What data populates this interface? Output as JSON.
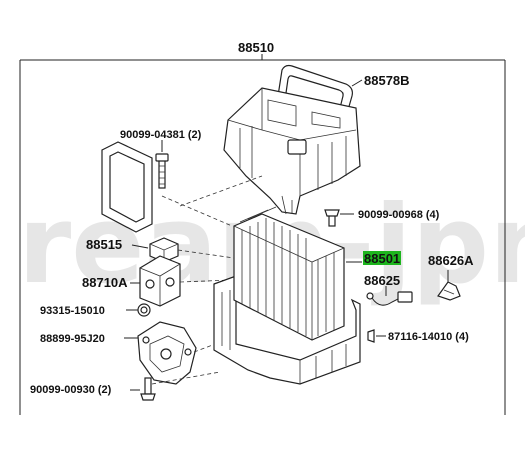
{
  "watermark": "ream-jpn",
  "labels": {
    "assembly": "88510",
    "upper_case": "88578B",
    "screw_top": "90099-04381 (2)",
    "screw_right": "90099-00968 (4)",
    "seal_left": "88515",
    "evaporator": "88501",
    "thermistor": "88625",
    "clamp": "88626A",
    "valve": "88710A",
    "o_ring": "93315-15010",
    "bracket": "88899-95J20",
    "clip": "87116-14010 (4)",
    "bolt_bottom": "90099-00930 (2)"
  },
  "colors": {
    "highlight": "#1db51d",
    "watermark": "#d2d2d2",
    "line": "#222222"
  }
}
